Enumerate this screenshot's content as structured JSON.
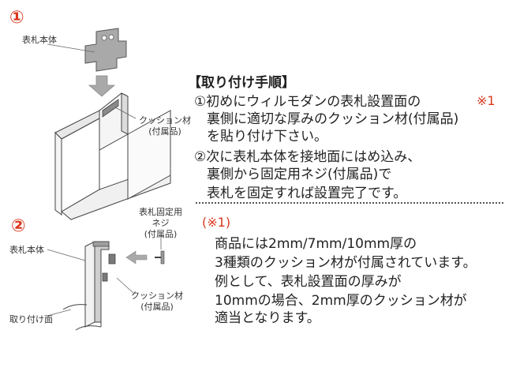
{
  "step1": {
    "number": "①",
    "plate_label": "表札本体",
    "cushion_label": [
      "クッション材",
      "(付属品)"
    ]
  },
  "step2": {
    "number": "②",
    "plate_label": "表札本体",
    "screw_label": [
      "表札固定用",
      "ネジ",
      "(付属品)"
    ],
    "cushion_label": [
      "クッション材",
      "(付属品)"
    ],
    "surface_label": "取り付け面"
  },
  "instructions": {
    "title": "【取り付け手順】",
    "note_ref": "※1",
    "lines": [
      "①初めにウィルモダンの表札設置面の",
      "裏側に適切な厚みのクッション材(付属品)",
      "を貼り付け下さい。",
      "②次に表札本体を接地面にはめ込み、",
      "裏側から固定用ネジ(付属品)で",
      "表札を固定すれば設置完了です。"
    ]
  },
  "note": {
    "heading": "(※1)",
    "lines": [
      "商品には2mm/7mm/10mm厚の",
      "3種類のクッション材が付属されています。",
      "例として、表札設置面の厚みが",
      "10mmの場合、2mm厚のクッション材が",
      "適当となります。"
    ]
  },
  "colors": {
    "accent": "#d9381e",
    "text": "#222222",
    "part_gray": "#a9a9a9"
  }
}
